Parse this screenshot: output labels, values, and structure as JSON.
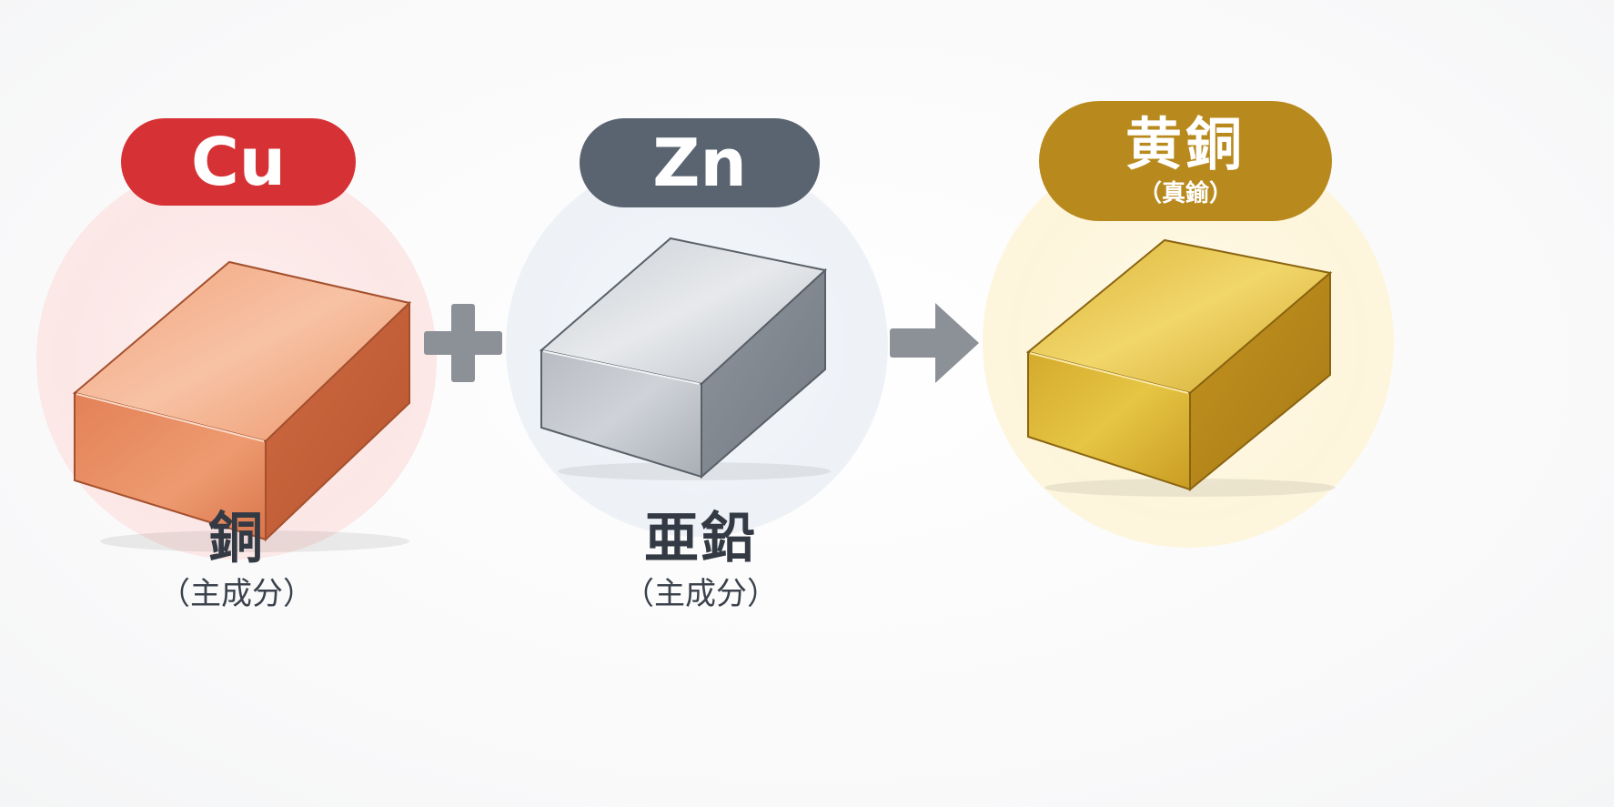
{
  "items": [
    {
      "symbol": "Cu",
      "name": "銅",
      "note": "（主成分）",
      "colors": {
        "badge": "#d63236",
        "halo": "#fbe9e8"
      }
    },
    {
      "symbol": "Zn",
      "name": "亜鉛",
      "note": "（主成分）",
      "colors": {
        "badge": "#5a6470",
        "halo": "#eef2f7"
      }
    }
  ],
  "result": {
    "name": "黄銅",
    "alias": "（真鍮）",
    "colors": {
      "badge": "#b8891c",
      "halo": "#fdf6de"
    }
  },
  "operators": {
    "plus": "plus-icon",
    "arrow": "arrow-right-icon",
    "color": "#8c9097"
  }
}
